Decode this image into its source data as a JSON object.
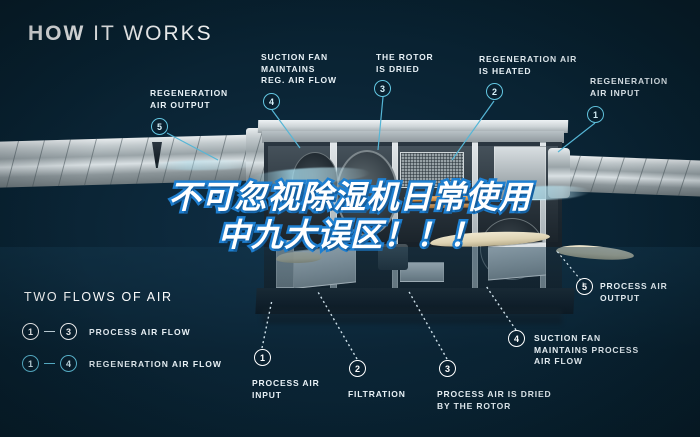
{
  "page": {
    "title": {
      "strong": "HOW",
      "light": "IT WORKS"
    },
    "background_color": "#071e2b",
    "accent_color": "#63c7e2",
    "headline_stroke_color": "#1e7fd0"
  },
  "headline": {
    "line1": "不可忽视除湿机日常使用",
    "line2": "中九大误区！！！"
  },
  "callouts": [
    {
      "id": "5-top",
      "number": "5",
      "label": "REGENERATION\nAIR OUTPUT"
    },
    {
      "id": "4-top",
      "number": "4",
      "label": "SUCTION FAN\nMAINTAINS\nREG. AIR FLOW"
    },
    {
      "id": "3-top",
      "number": "3",
      "label": "THE ROTOR\nIS DRIED"
    },
    {
      "id": "2-top",
      "number": "2",
      "label": "REGENERATION AIR\nIS HEATED"
    },
    {
      "id": "1-top",
      "number": "1",
      "label": "REGENERATION\nAIR INPUT"
    },
    {
      "id": "5-right",
      "number": "5",
      "label": "PROCESS AIR\nOUTPUT"
    },
    {
      "id": "4-right",
      "number": "4",
      "label": "SUCTION FAN\nMAINTAINS PROCESS\nAIR FLOW"
    },
    {
      "id": "1-bot",
      "number": "1",
      "label": "PROCESS AIR\nINPUT"
    },
    {
      "id": "2-bot",
      "number": "2",
      "label": "FILTRATION"
    },
    {
      "id": "3-bot",
      "number": "3",
      "label": "PROCESS AIR IS DRIED\nBY THE ROTOR"
    }
  ],
  "legend": {
    "title": "TWO FLOWS OF AIR",
    "rows": [
      {
        "from": "1",
        "to": "3",
        "label": "PROCESS AIR FLOW",
        "color": "#ffffff"
      },
      {
        "from": "1",
        "to": "4",
        "label": "REGENERATION AIR FLOW",
        "color": "#63c7e2"
      }
    ]
  }
}
